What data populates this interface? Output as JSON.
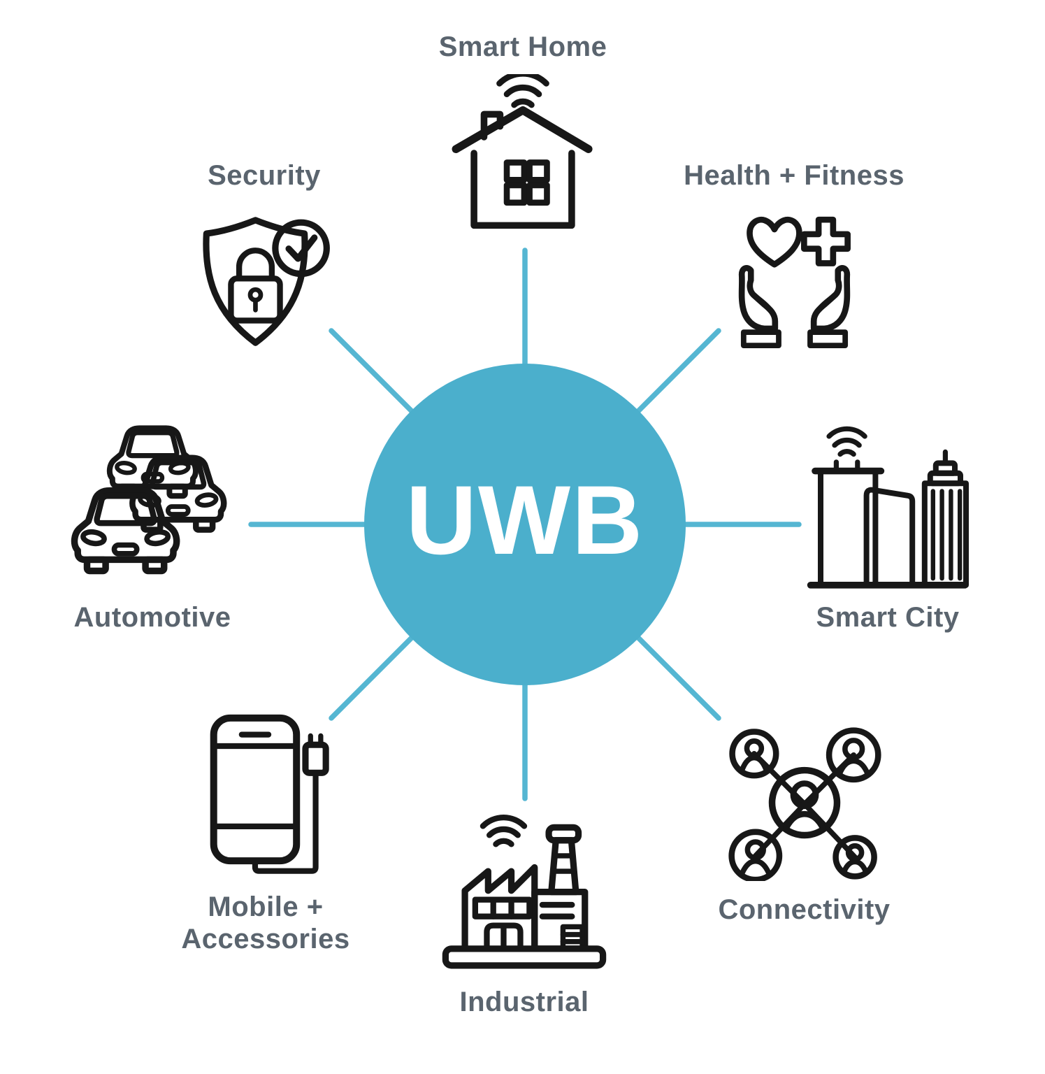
{
  "center": {
    "label": "UWB"
  },
  "colors": {
    "accent": "#4BAFCC",
    "spoke": "#55B6D2",
    "label": "#5A646E",
    "icon": "#171717",
    "center_text": "#FFFFFF",
    "background": "#FFFFFF"
  },
  "nodes": [
    {
      "id": "smart-home",
      "label": "Smart Home",
      "icon": "house-wifi-icon",
      "position": "top"
    },
    {
      "id": "health-fitness",
      "label": "Health + Fitness",
      "icon": "hands-heart-cross-icon",
      "position": "top-right"
    },
    {
      "id": "smart-city",
      "label": "Smart City",
      "icon": "city-buildings-wifi-icon",
      "position": "right"
    },
    {
      "id": "connectivity",
      "label": "Connectivity",
      "icon": "people-network-icon",
      "position": "bottom-right"
    },
    {
      "id": "industrial",
      "label": "Industrial",
      "icon": "factory-wifi-icon",
      "position": "bottom"
    },
    {
      "id": "mobile-accessories",
      "label": "Mobile + Accessories",
      "label_lines": [
        "Mobile +",
        "Accessories"
      ],
      "icon": "phone-charger-icon",
      "position": "bottom-left"
    },
    {
      "id": "automotive",
      "label": "Automotive",
      "icon": "cars-icon",
      "position": "left"
    },
    {
      "id": "security",
      "label": "Security",
      "icon": "shield-lock-check-icon",
      "position": "top-left"
    }
  ]
}
